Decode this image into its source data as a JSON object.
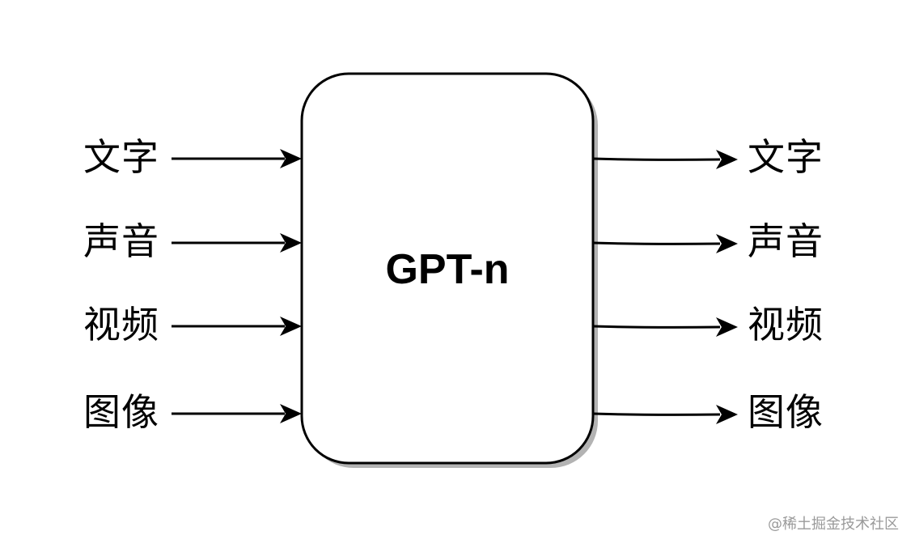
{
  "model": {
    "label": "GPT-n"
  },
  "inputs": [
    "文字",
    "声音",
    "视频",
    "图像"
  ],
  "outputs": [
    "文字",
    "声音",
    "视频",
    "图像"
  ],
  "watermark": "@稀土掘金技术社区",
  "colors": {
    "line": "#000000",
    "box_fill": "#ffffff",
    "shadow": "#b3b3b3",
    "watermark": "#9a9a9a"
  }
}
